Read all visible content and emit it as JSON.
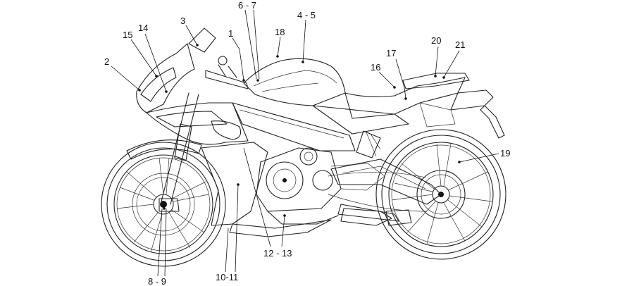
{
  "callouts": [
    {
      "id": "c1",
      "text": "1"
    },
    {
      "id": "c2",
      "text": "2"
    },
    {
      "id": "c3",
      "text": "3"
    },
    {
      "id": "c45",
      "text": "4 - 5"
    },
    {
      "id": "c67",
      "text": "6 - 7"
    },
    {
      "id": "c89",
      "text": "8 - 9"
    },
    {
      "id": "c1011",
      "text": "10-11"
    },
    {
      "id": "c1213",
      "text": "12 - 13"
    },
    {
      "id": "c14",
      "text": "14"
    },
    {
      "id": "c15",
      "text": "15"
    },
    {
      "id": "c16",
      "text": "16"
    },
    {
      "id": "c17",
      "text": "17"
    },
    {
      "id": "c18",
      "text": "18"
    },
    {
      "id": "c19",
      "text": "19"
    },
    {
      "id": "c20",
      "text": "20"
    },
    {
      "id": "c21",
      "text": "21"
    }
  ]
}
